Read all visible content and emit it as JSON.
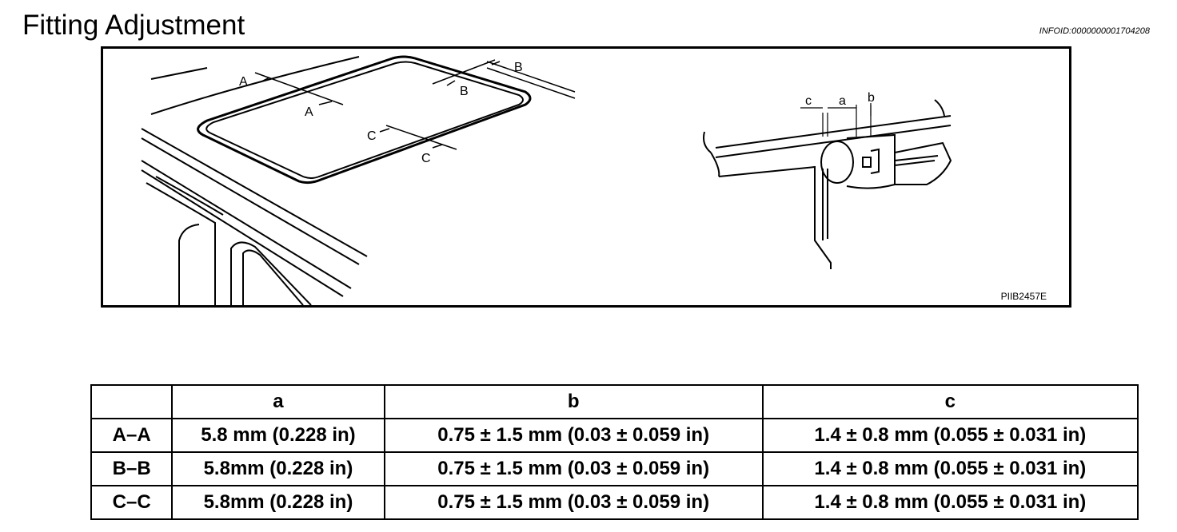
{
  "heading": "Fitting Adjustment",
  "info_id": "INFOID:0000000001704208",
  "figure": {
    "code": "PIIB2457E",
    "section_labels": [
      "A",
      "A",
      "B",
      "B",
      "C",
      "C"
    ],
    "dimension_labels": [
      "c",
      "a",
      "b"
    ]
  },
  "table": {
    "columns": [
      "",
      "a",
      "b",
      "c"
    ],
    "rows": [
      {
        "section": "A–A",
        "a": "5.8 mm (0.228 in)",
        "b": "0.75 ± 1.5 mm (0.03 ± 0.059 in)",
        "c": "1.4 ± 0.8 mm (0.055 ± 0.031 in)"
      },
      {
        "section": "B–B",
        "a": "5.8mm (0.228 in)",
        "b": "0.75 ± 1.5 mm (0.03 ± 0.059 in)",
        "c": "1.4 ± 0.8 mm (0.055 ± 0.031 in)"
      },
      {
        "section": "C–C",
        "a": "5.8mm (0.228 in)",
        "b": "0.75 ± 1.5 mm (0.03 ± 0.059 in)",
        "c": "1.4 ± 0.8 mm (0.055 ± 0.031 in)"
      }
    ]
  }
}
